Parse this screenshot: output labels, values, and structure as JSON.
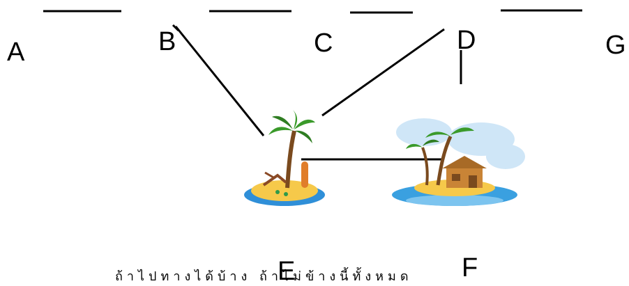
{
  "nodes": {
    "A": "A",
    "B": "B",
    "C": "C",
    "D": "D",
    "G": "G",
    "E": "E",
    "F": "F"
  },
  "bottom_text": "ถ้าไปทางได้บ้าง ถ้าไม่ข้างนี้ทั้งหมด",
  "colors": {
    "line": "#000000",
    "sea": "#2f8fd8",
    "sand": "#f6c94a",
    "leaf": "#3a9a2a",
    "trunk": "#7a4a1e",
    "hut": "#c98436",
    "cloud": "#cfe6f7"
  }
}
